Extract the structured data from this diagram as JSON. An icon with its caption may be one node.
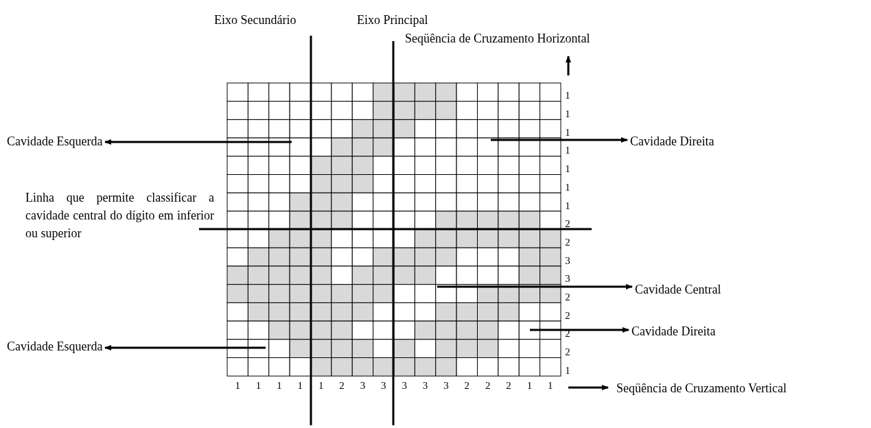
{
  "diagram": {
    "nodes": [
      {
        "text": [
          "Cavidade Esquerda"
        ]
      },
      {
        "text": [
          "Cavidade Direita"
        ]
      },
      {
        "text": [
          "Cavidade Central"
        ]
      },
      {
        "text": [
          "Cavidade Direita"
        ]
      },
      {
        "text": [
          "Cavidade Esquerda"
        ]
      }
    ],
    "edges": [
      {
        "from": null,
        "to": 0,
        "arrow": "to"
      },
      {
        "from": null,
        "to": 1,
        "arrow": "to"
      },
      {
        "from": null,
        "to": 2,
        "arrow": "to"
      },
      {
        "from": null,
        "to": 3,
        "arrow": "to"
      },
      {
        "from": null,
        "to": 4,
        "arrow": "to"
      }
    ],
    "labels": [
      "Eixo Secundário",
      "Eixo Principal",
      "Seqüência de Cruzamento Horizontal",
      "Linha que permite classificar a cavidade central do dígito em inferior ou superior",
      "1",
      "1",
      "1",
      "1",
      "1",
      "1",
      "1",
      "2",
      "2",
      "3",
      "3",
      "2",
      "2",
      "2",
      "2",
      "1",
      "1",
      "1",
      "1",
      "1",
      "1",
      "2",
      "3",
      "3",
      "3",
      "3",
      "3",
      "2",
      "2",
      "2",
      "1",
      "1",
      "Seqüência de Cruzamento Vertical"
    ]
  }
}
